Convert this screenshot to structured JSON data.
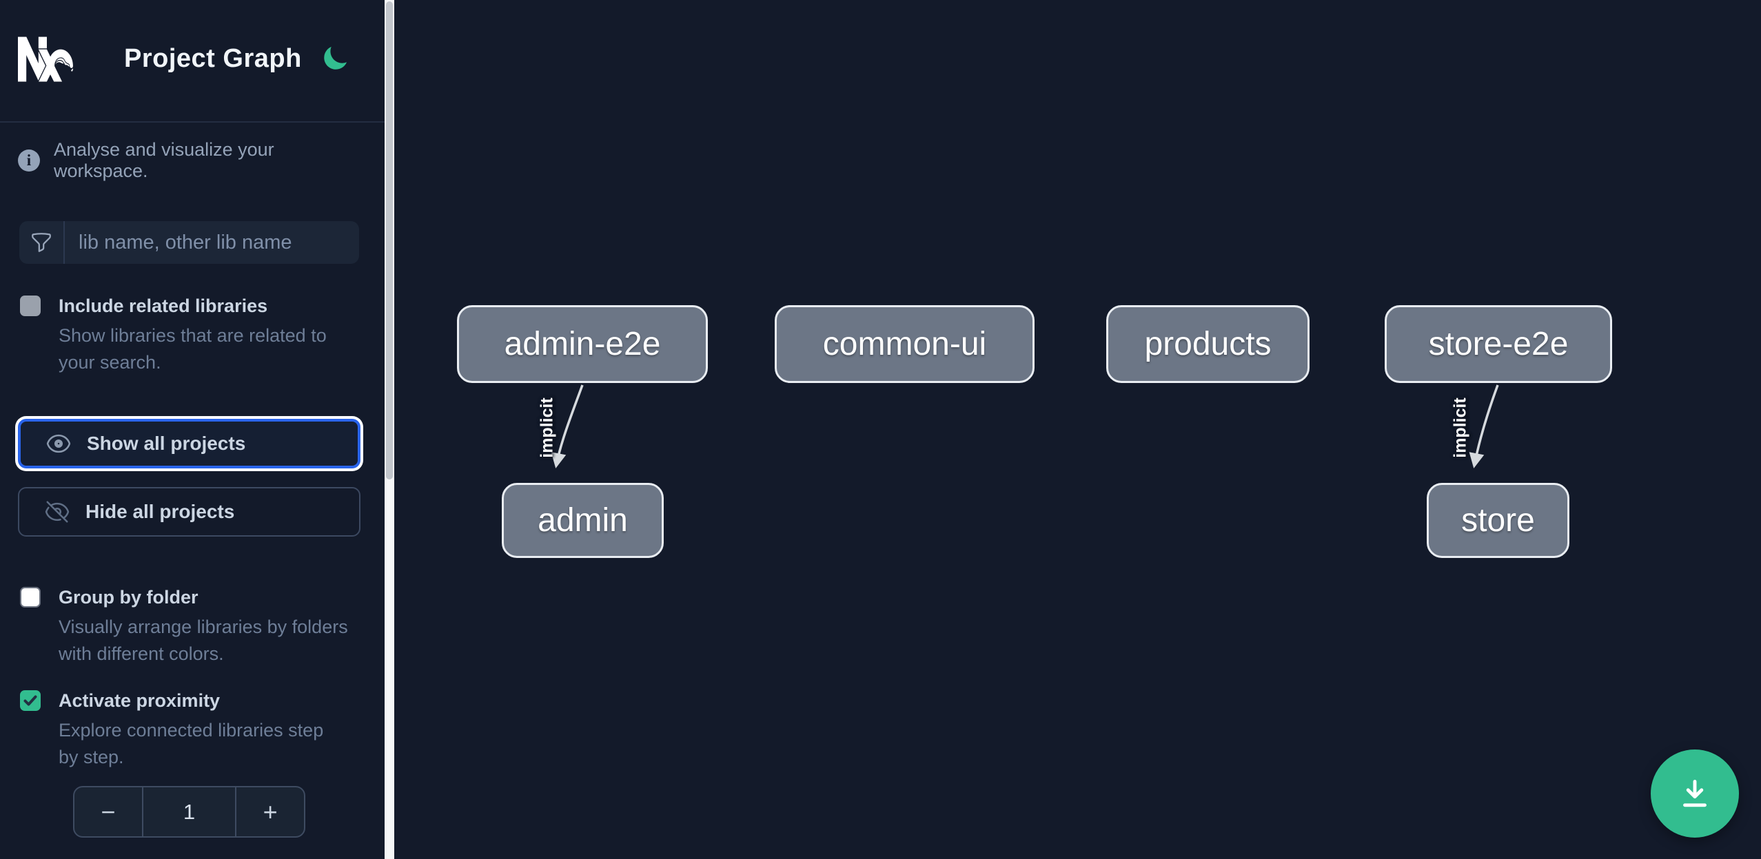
{
  "colors": {
    "accent_green": "#32bd8f",
    "focus_blue": "#2964eb",
    "node_fill": "#6c7686"
  },
  "header": {
    "title": "Project Graph"
  },
  "info": {
    "text": "Analyse and visualize your workspace."
  },
  "search": {
    "placeholder": "lib name, other lib name",
    "value": ""
  },
  "options": {
    "include_related": {
      "label": "Include related libraries",
      "description": "Show libraries that are related to your search.",
      "checked": false,
      "disabled": true
    },
    "group_by_folder": {
      "label": "Group by folder",
      "description": "Visually arrange libraries by folders with different colors.",
      "checked": false
    },
    "activate_proximity": {
      "label": "Activate proximity",
      "description": "Explore connected libraries step by step.",
      "checked": true
    }
  },
  "buttons": {
    "show_all": {
      "label": "Show all projects",
      "icon": "eye-icon",
      "focused": true
    },
    "hide_all": {
      "label": "Hide all projects",
      "icon": "eye-slash-icon"
    }
  },
  "stepper": {
    "decrease": "−",
    "value": "1",
    "increase": "+"
  },
  "graph": {
    "nodes": [
      {
        "label": "admin-e2e"
      },
      {
        "label": "common-ui"
      },
      {
        "label": "products"
      },
      {
        "label": "store-e2e"
      },
      {
        "label": "admin"
      },
      {
        "label": "store"
      }
    ],
    "edges": [
      {
        "from": "admin-e2e",
        "to": "admin",
        "label": "implicit"
      },
      {
        "from": "store-e2e",
        "to": "store",
        "label": "implicit"
      }
    ]
  },
  "fab": {
    "icon": "download-icon"
  }
}
